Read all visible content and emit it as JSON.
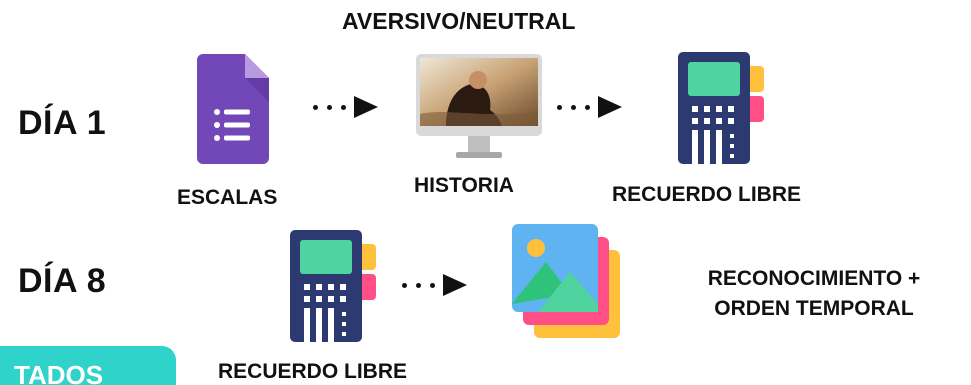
{
  "labels": {
    "top_condition": "AVERSIVO/NEUTRAL",
    "day1": "DÍA 1",
    "day8": "DÍA 8",
    "escalas": "ESCALAS",
    "historia": "HISTORIA",
    "recuerdo_libre_d1": "RECUERDO LIBRE",
    "recuerdo_libre_d8": "RECUERDO LIBRE",
    "reconocimiento_line1": "RECONOCIMIENTO +",
    "reconocimiento_line2": "ORDEN TEMPORAL",
    "tab_partial": "TADOS"
  },
  "icons": {
    "forms": "google-forms-icon",
    "monitor": "monitor-photo-icon",
    "device": "keypad-device-icon",
    "gallery": "image-gallery-icon"
  },
  "colors": {
    "forms_purple": "#7248b9",
    "teal": "#2fd3c9",
    "device_navy": "#2d3a72",
    "screen_green": "#4fd4a0",
    "tab_yellow": "#ffc13b",
    "tab_pink": "#ff4f86"
  }
}
